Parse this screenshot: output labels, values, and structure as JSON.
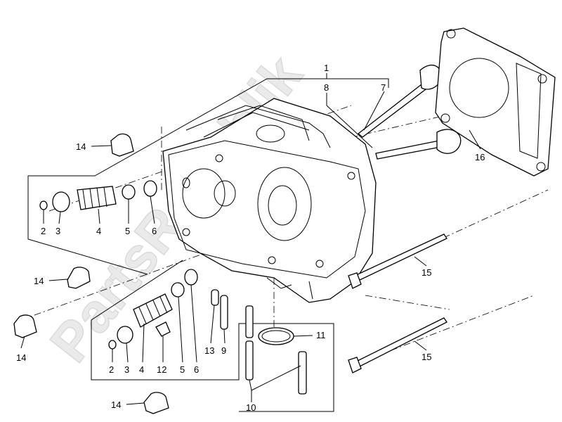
{
  "watermark": "PartsRepublik",
  "callouts": {
    "c1": "1",
    "c2a": "2",
    "c3a": "3",
    "c4a": "4",
    "c5a": "5",
    "c6a": "6",
    "c7": "7",
    "c8": "8",
    "c16": "16",
    "c14a": "14",
    "c14b": "14",
    "c14c": "14",
    "c14d": "14",
    "c15a": "15",
    "c15b": "15",
    "c2b": "2",
    "c3b": "3",
    "c4b": "4",
    "c12": "12",
    "c5b": "5",
    "c6b": "6",
    "c13": "13",
    "c9": "9",
    "c11": "11",
    "c10": "10"
  }
}
